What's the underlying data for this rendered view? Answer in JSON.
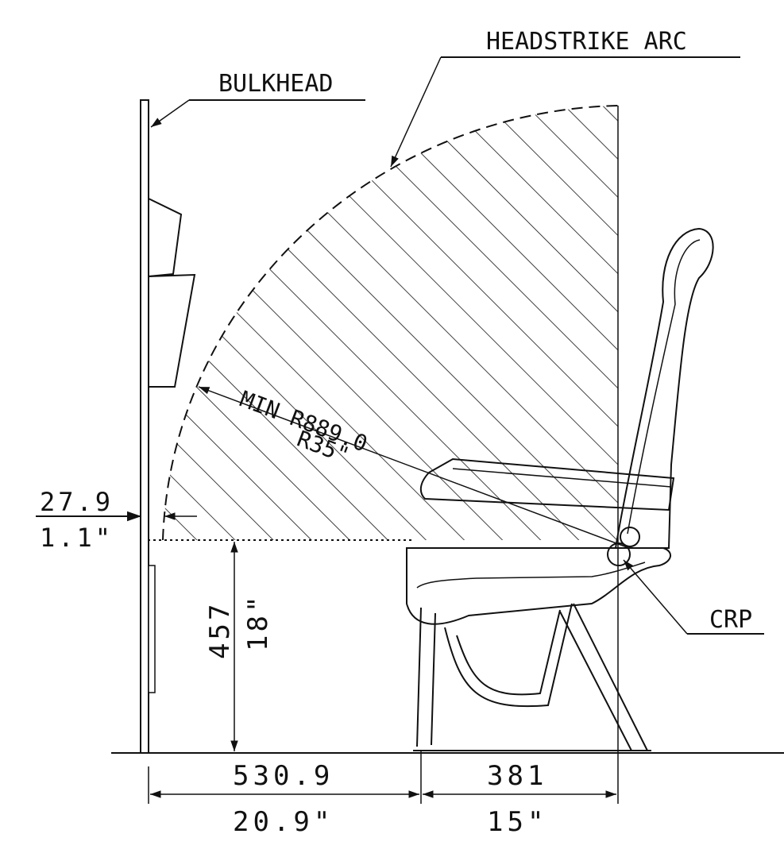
{
  "labels": {
    "headstrike_arc": "HEADSTRIKE ARC",
    "bulkhead": "BULKHEAD",
    "crp": "CRP",
    "radius_mm": "MIN R889.0",
    "radius_in": "R35\""
  },
  "dimensions": {
    "clearance_mm": "27.9",
    "clearance_in": "1.1\"",
    "height_mm": "457",
    "height_in": "18\"",
    "bulkhead_to_seat_mm": "530.9",
    "bulkhead_to_seat_in": "20.9\"",
    "seat_to_crp_mm": "381",
    "seat_to_crp_in": "15\""
  }
}
